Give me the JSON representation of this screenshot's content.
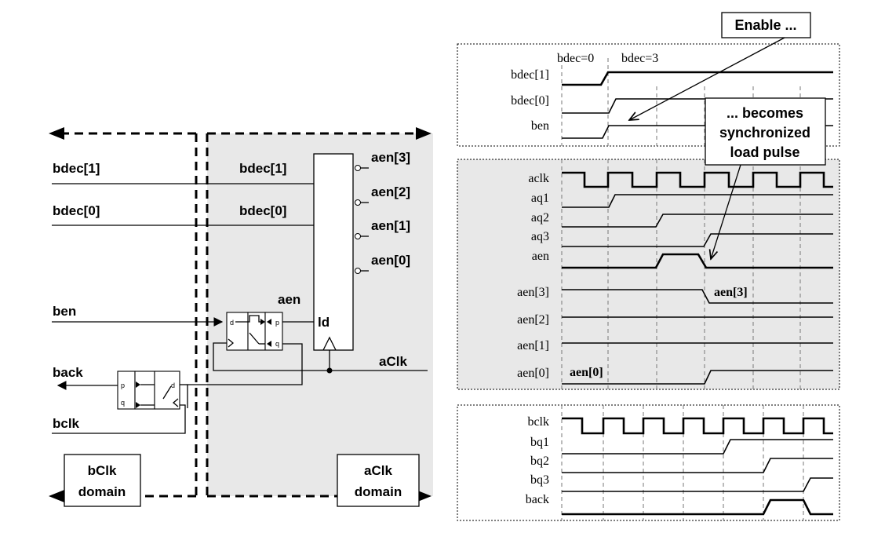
{
  "schematic": {
    "inputs": {
      "bdec1": "bdec[1]",
      "bdec0": "bdec[0]",
      "ben": "ben",
      "back": "back",
      "bclk": "bclk"
    },
    "decoder": {
      "in1": "bdec[1]",
      "in0": "bdec[0]",
      "ld": "ld",
      "out3": "aen[3]",
      "out2": "aen[2]",
      "out1": "aen[1]",
      "out0": "aen[0]"
    },
    "aen_label": "aen",
    "aclk_label": "aClk",
    "ff_pins": {
      "d": "d",
      "p": "p",
      "q": "q"
    },
    "domains": {
      "b": {
        "line1": "bClk",
        "line2": "domain"
      },
      "a": {
        "line1": "aClk",
        "line2": "domain"
      }
    }
  },
  "timing": {
    "callout_enable": "Enable ...",
    "callout_sync": {
      "line1": "... becomes",
      "line2": "synchronized",
      "line3": "load pulse"
    },
    "top_annotations": {
      "bdec0": "bdec=0",
      "bdec3": "bdec=3"
    },
    "panel1_signals": [
      "bdec[1]",
      "bdec[0]",
      "ben"
    ],
    "panel2_signals": [
      "aclk",
      "aq1",
      "aq2",
      "aq3",
      "aen",
      "aen[3]",
      "aen[2]",
      "aen[1]",
      "aen[0]"
    ],
    "panel2_annotations": {
      "aen3": "aen[3]",
      "aen0": "aen[0]"
    },
    "panel3_signals": [
      "bclk",
      "bq1",
      "bq2",
      "bq3",
      "back"
    ]
  }
}
